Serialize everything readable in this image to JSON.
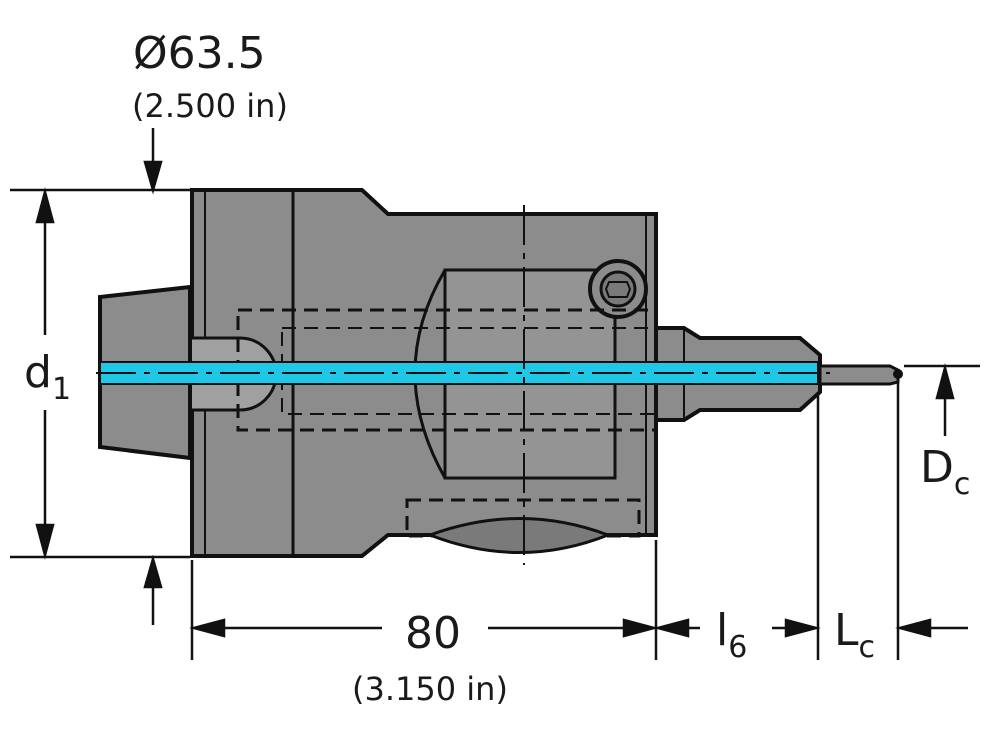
{
  "colors": {
    "body_fill": "#8c8c8c",
    "body_fill_dark": "#7a7a7a",
    "outline": "#111111",
    "coolant": "#1fc8e6",
    "background": "#ffffff"
  },
  "labels": {
    "diameter_metric": "Ø63.5",
    "diameter_imperial": "(2.500 in)",
    "d1_main": "d",
    "d1_sub": "1",
    "length_metric": "80",
    "length_imperial": "(3.150 in)",
    "l6_main": "l",
    "l6_sub": "6",
    "lc_main": "L",
    "lc_sub": "c",
    "dc_main": "D",
    "dc_sub": "c"
  }
}
